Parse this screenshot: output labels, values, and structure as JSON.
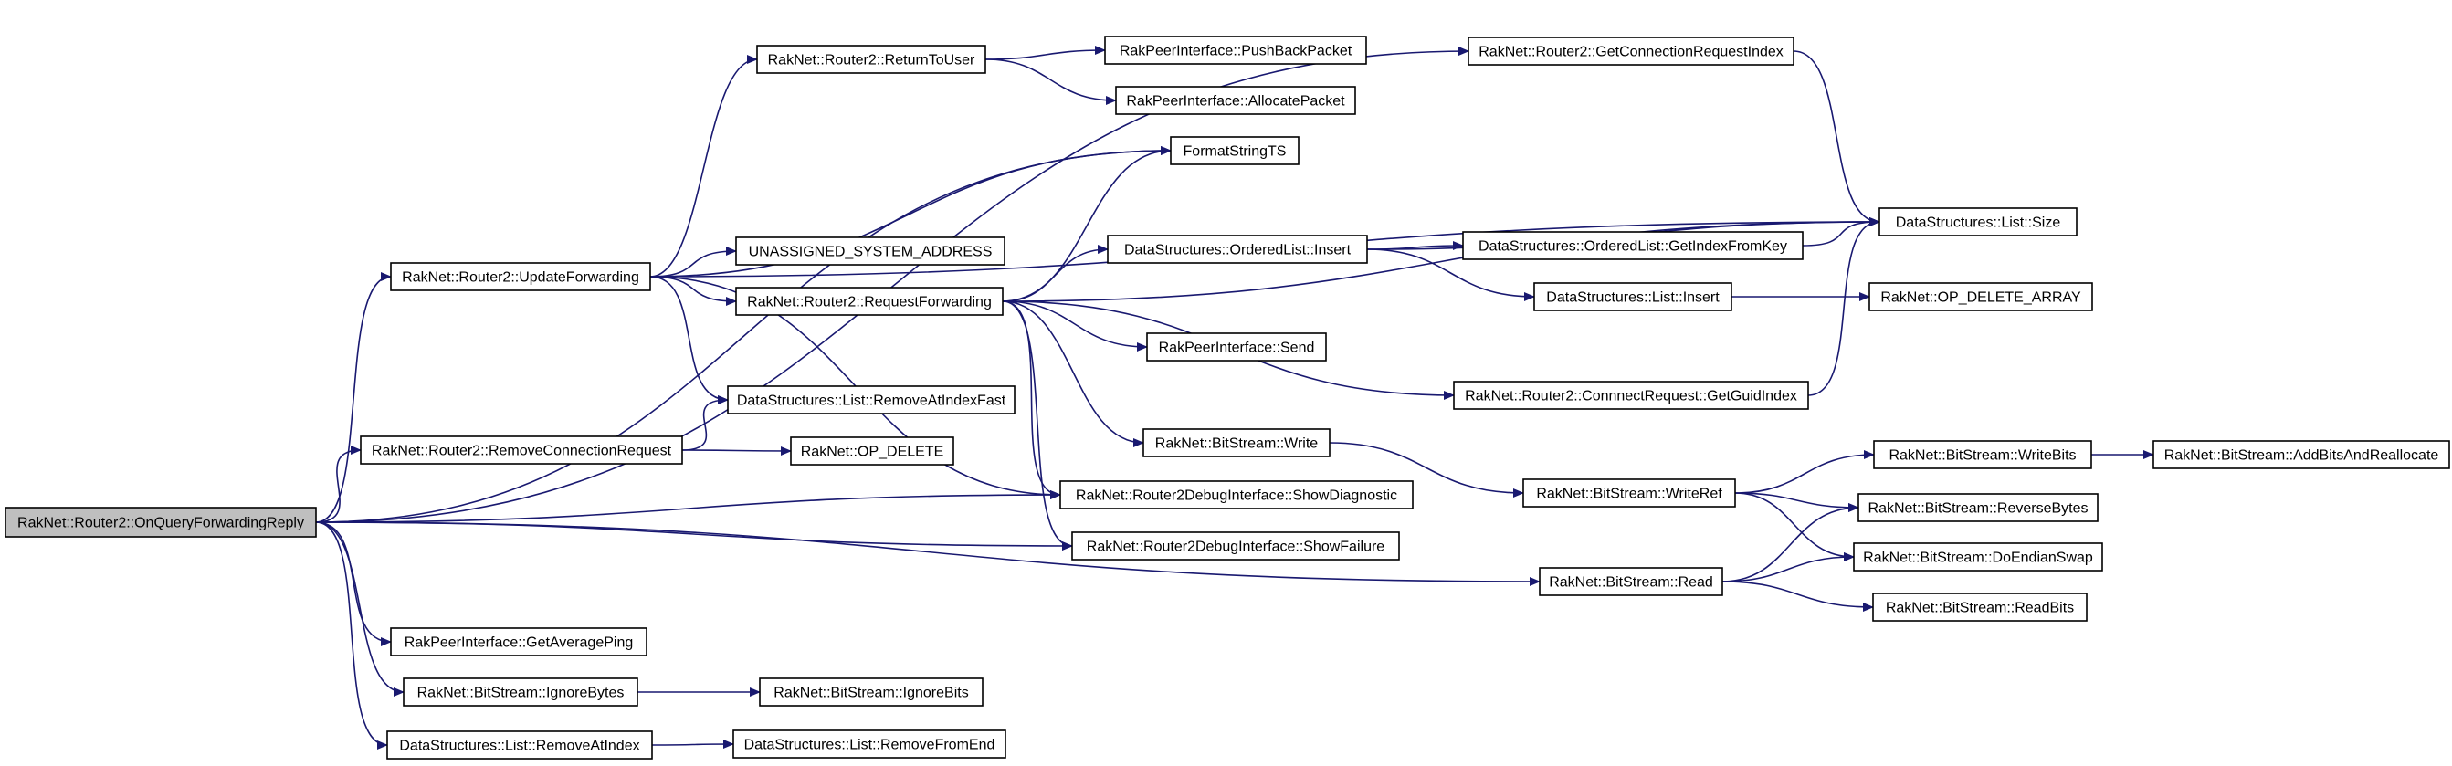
{
  "nodes": [
    {
      "id": "root",
      "label": "RakNet::Router2::OnQueryForwardingReply",
      "root": true
    },
    {
      "id": "getConnIdx",
      "label": "RakNet::Router2::GetConnectionRequestIndex"
    },
    {
      "id": "returnToUser",
      "label": "RakNet::Router2::ReturnToUser"
    },
    {
      "id": "pushBack",
      "label": "RakPeerInterface::PushBackPacket"
    },
    {
      "id": "allocPacket",
      "label": "RakPeerInterface::AllocatePacket"
    },
    {
      "id": "formatTS",
      "label": "FormatStringTS"
    },
    {
      "id": "listSize",
      "label": "DataStructures::List::Size"
    },
    {
      "id": "olInsert",
      "label": "DataStructures::OrderedList::Insert"
    },
    {
      "id": "olGetIdx",
      "label": "DataStructures::OrderedList::GetIndexFromKey"
    },
    {
      "id": "unassigned",
      "label": "UNASSIGNED_SYSTEM_ADDRESS"
    },
    {
      "id": "updateFwd",
      "label": "RakNet::Router2::UpdateForwarding"
    },
    {
      "id": "listInsert",
      "label": "DataStructures::List::Insert"
    },
    {
      "id": "reqFwd",
      "label": "RakNet::Router2::RequestForwarding"
    },
    {
      "id": "opDelArr",
      "label": "RakNet::OP_DELETE_ARRAY"
    },
    {
      "id": "send",
      "label": "RakPeerInterface::Send"
    },
    {
      "id": "guidIdx",
      "label": "RakNet::Router2::ConnnectRequest::GetGuidIndex"
    },
    {
      "id": "removeFast",
      "label": "DataStructures::List::RemoveAtIndexFast"
    },
    {
      "id": "removeConn",
      "label": "RakNet::Router2::RemoveConnectionRequest"
    },
    {
      "id": "opDelete",
      "label": "RakNet::OP_DELETE"
    },
    {
      "id": "bsWrite",
      "label": "RakNet::BitStream::Write"
    },
    {
      "id": "writeBits",
      "label": "RakNet::BitStream::WriteBits"
    },
    {
      "id": "addBits",
      "label": "RakNet::BitStream::AddBitsAndReallocate"
    },
    {
      "id": "showDiag",
      "label": "RakNet::Router2DebugInterface::ShowDiagnostic"
    },
    {
      "id": "writeRef",
      "label": "RakNet::BitStream::WriteRef"
    },
    {
      "id": "reverseBytes",
      "label": "RakNet::BitStream::ReverseBytes"
    },
    {
      "id": "showFail",
      "label": "RakNet::Router2DebugInterface::ShowFailure"
    },
    {
      "id": "endianSwap",
      "label": "RakNet::BitStream::DoEndianSwap"
    },
    {
      "id": "bsRead",
      "label": "RakNet::BitStream::Read"
    },
    {
      "id": "readBits",
      "label": "RakNet::BitStream::ReadBits"
    },
    {
      "id": "avgPing",
      "label": "RakPeerInterface::GetAveragePing"
    },
    {
      "id": "ignoreBytes",
      "label": "RakNet::BitStream::IgnoreBytes"
    },
    {
      "id": "ignoreBits",
      "label": "RakNet::BitStream::IgnoreBits"
    },
    {
      "id": "removeAt",
      "label": "DataStructures::List::RemoveAtIndex"
    },
    {
      "id": "removeEnd",
      "label": "DataStructures::List::RemoveFromEnd"
    }
  ],
  "edges": [
    {
      "from": "root",
      "to": "getConnIdx"
    },
    {
      "from": "root",
      "to": "formatTS"
    },
    {
      "from": "root",
      "to": "updateFwd"
    },
    {
      "from": "root",
      "to": "removeConn"
    },
    {
      "from": "root",
      "to": "showDiag"
    },
    {
      "from": "root",
      "to": "showFail"
    },
    {
      "from": "root",
      "to": "bsRead"
    },
    {
      "from": "root",
      "to": "avgPing"
    },
    {
      "from": "root",
      "to": "ignoreBytes"
    },
    {
      "from": "root",
      "to": "removeAt"
    },
    {
      "from": "updateFwd",
      "to": "returnToUser"
    },
    {
      "from": "updateFwd",
      "to": "formatTS"
    },
    {
      "from": "updateFwd",
      "to": "listSize"
    },
    {
      "from": "updateFwd",
      "to": "unassigned"
    },
    {
      "from": "updateFwd",
      "to": "reqFwd"
    },
    {
      "from": "updateFwd",
      "to": "removeFast"
    },
    {
      "from": "updateFwd",
      "to": "showDiag"
    },
    {
      "from": "returnToUser",
      "to": "pushBack"
    },
    {
      "from": "returnToUser",
      "to": "allocPacket"
    },
    {
      "from": "reqFwd",
      "to": "formatTS"
    },
    {
      "from": "reqFwd",
      "to": "olInsert"
    },
    {
      "from": "reqFwd",
      "to": "listSize"
    },
    {
      "from": "reqFwd",
      "to": "send"
    },
    {
      "from": "reqFwd",
      "to": "guidIdx"
    },
    {
      "from": "reqFwd",
      "to": "bsWrite"
    },
    {
      "from": "reqFwd",
      "to": "showDiag"
    },
    {
      "from": "reqFwd",
      "to": "showFail"
    },
    {
      "from": "olInsert",
      "to": "olGetIdx"
    },
    {
      "from": "olInsert",
      "to": "listSize"
    },
    {
      "from": "olInsert",
      "to": "listInsert"
    },
    {
      "from": "olGetIdx",
      "to": "listSize"
    },
    {
      "from": "listInsert",
      "to": "opDelArr"
    },
    {
      "from": "guidIdx",
      "to": "listSize"
    },
    {
      "from": "getConnIdx",
      "to": "listSize"
    },
    {
      "from": "removeConn",
      "to": "removeFast"
    },
    {
      "from": "removeConn",
      "to": "opDelete"
    },
    {
      "from": "bsWrite",
      "to": "writeRef"
    },
    {
      "from": "writeRef",
      "to": "writeBits"
    },
    {
      "from": "writeRef",
      "to": "reverseBytes"
    },
    {
      "from": "writeRef",
      "to": "endianSwap"
    },
    {
      "from": "writeBits",
      "to": "addBits"
    },
    {
      "from": "bsRead",
      "to": "reverseBytes"
    },
    {
      "from": "bsRead",
      "to": "endianSwap"
    },
    {
      "from": "bsRead",
      "to": "readBits"
    },
    {
      "from": "ignoreBytes",
      "to": "ignoreBits"
    },
    {
      "from": "removeAt",
      "to": "removeEnd"
    }
  ]
}
